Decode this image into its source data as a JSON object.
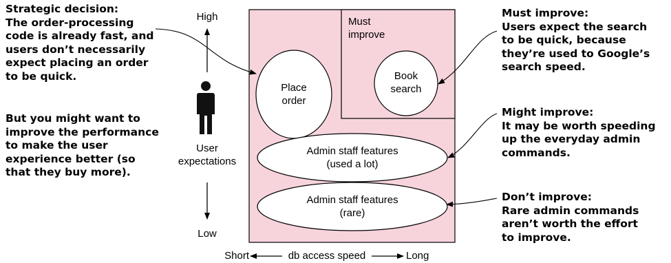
{
  "notes": {
    "strategic": "Strategic decision:\nThe order-processing\ncode is already fast, and\nusers don’t necessarily\nexpect placing an order\nto be quick.",
    "but": "But you might want to\nimprove the performance\nto make the user\nexperience better (so\nthat they buy more).",
    "must": "Must improve:\nUsers expect the search\nto be quick, because\nthey’re used to Google’s\nsearch speed.",
    "might": "Might improve:\nIt may be worth speeding\nup the everyday admin\ncommands.",
    "dont": "Don’t improve:\nRare admin commands\naren’t worth the effort\nto improve."
  },
  "axis": {
    "high": "High",
    "low": "Low",
    "user_expectations": "User\nexpectations",
    "x_short": "Short",
    "x_label": "db access speed",
    "x_long": "Long"
  },
  "regions": {
    "must_improve": "Must\nimprove"
  },
  "ellipses": {
    "place_order": "Place\norder",
    "book_search": "Book\nsearch",
    "admin_used": "Admin staff features\n(used a lot)",
    "admin_rare": "Admin staff features\n(rare)"
  },
  "colors": {
    "region_fill": "#f7d4dc",
    "stroke": "#000000"
  }
}
